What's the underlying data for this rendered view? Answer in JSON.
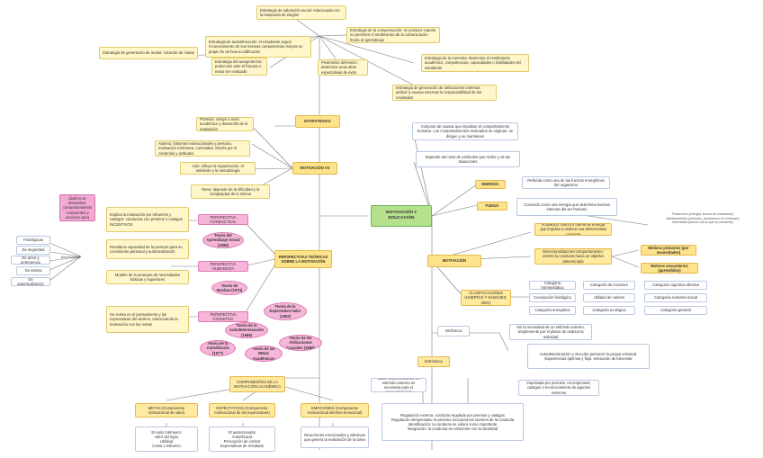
{
  "nodes": [
    {
      "id": "center",
      "cls": "center",
      "text": "MOTIVACIÓN Y EDUCACIÓN"
    },
    {
      "id": "estrategias",
      "cls": "key",
      "text": "ESTRATEGIAS"
    },
    {
      "id": "motivacion_vs",
      "cls": "key",
      "text": "MOTIVACIÓN VS"
    },
    {
      "id": "perspectivas",
      "cls": "key",
      "text": "PERSPECTIVAS TEÓRICAS SOBRE LA MOTIVACIÓN"
    },
    {
      "id": "motivacion_r",
      "cls": "key",
      "text": "MOTIVACIÓN"
    },
    {
      "id": "componentes",
      "cls": "sec",
      "text": "COMPONENTES DE LA MOTIVACIÓN ACADÉMICA"
    },
    {
      "id": "est_valoracion",
      "cls": "note",
      "text": "Estrategia de valoración social: relacionada con la búsqueda de elogios"
    },
    {
      "id": "est_autoafirmacion",
      "cls": "note",
      "text": "Estrategia de autoafirmación: el estudiante según reconocimiento de sus mismas competencias mejora su propio fin de buena calificación"
    },
    {
      "id": "est_compensacion",
      "cls": "note",
      "text": "Estrategia de la compensación: se produce cuando no permiten el rendimiento de la comunicación frente al aprendizaje"
    },
    {
      "id": "est_generacion",
      "cls": "note",
      "text": "Estrategia de generación de metas: creación de metas"
    },
    {
      "id": "est_autoprotector",
      "cls": "note",
      "text": "Estrategia del autoprotector: protección ante el fracaso o evitar ser evaluado"
    },
    {
      "id": "pesimismo",
      "cls": "note",
      "text": "Pesimismo defensivo: determina unas altas expectativas de éxito"
    },
    {
      "id": "est_memoria",
      "cls": "note",
      "text": "Estrategia de la memoria: determina el rendimiento académico, competencias, capacidades o habilidades del estudiante"
    },
    {
      "id": "est_atribuciones",
      "cls": "note",
      "text": "Estrategia de generación de atribuciones externas: atribuir a causas externas la responsabilidad de los resultados"
    },
    {
      "id": "profesor",
      "cls": "note",
      "text": "Profesor: influye a nivel académico y desarrollo de la motivación"
    },
    {
      "id": "alumno",
      "cls": "note",
      "text": "Alumno: historias motivacionales y persona, motivación intrínseca, curiosidad, interés por el contenido y actitudes"
    },
    {
      "id": "aula",
      "cls": "note",
      "text": "Aula: influye la organización, el ambiente y la metodología"
    },
    {
      "id": "tarea",
      "cls": "note",
      "text": "Tarea: depende de la dificultad y la complejidad de la misma"
    },
    {
      "id": "pink_note",
      "cls": "pinkbox",
      "text": "Desarrollan porque el alumno se desmotiva: comportamientos conscientes y acciones para generar la motivación"
    },
    {
      "id": "persp_conductual",
      "cls": "pink",
      "text": "PERSPECTIVA CONDUCTUAL"
    },
    {
      "id": "persp_humanista",
      "cls": "pink",
      "text": "PERSPECTIVA HUMANISTA"
    },
    {
      "id": "persp_cognitiva",
      "cls": "pink",
      "text": "PERSPECTIVA COGNITIVA"
    },
    {
      "id": "conductual_desc",
      "cls": "note",
      "text": "Explica la motivación por refuerzos y castigos: conductas con premios o castigos INCENTIVOS"
    },
    {
      "id": "humanista_desc",
      "cls": "note",
      "text": "Resalta la capacidad de la persona para su crecimiento personal y autorrealización"
    },
    {
      "id": "humanista_desc2",
      "cls": "note",
      "text": "Modelo de la jerarquía de necesidades básicas y superiores"
    },
    {
      "id": "cognitiva_desc",
      "cls": "note",
      "text": "Se centra en el pensamiento y las expectativas del alumno, relacionando la motivación con las metas"
    },
    {
      "id": "t_aprendizaje",
      "cls": "ellipse",
      "text": "Teoría del Aprendizaje Social (1986)"
    },
    {
      "id": "t_maslow",
      "cls": "ellipse",
      "text": "Teoría de Maslow (1970)"
    },
    {
      "id": "t_expectativa",
      "cls": "ellipse",
      "text": "Teoría de la Expectativa-Valor (1983)"
    },
    {
      "id": "t_autodeterminacion",
      "cls": "ellipse",
      "text": "Teoría de la Autodeterminación (1985)"
    },
    {
      "id": "t_atribuciones",
      "cls": "ellipse",
      "text": "Teoría de las Atribuciones Causales (1986)"
    },
    {
      "id": "t_autoeficacia",
      "cls": "ellipse",
      "text": "Teoría de la Autoeficacia (1977)"
    },
    {
      "id": "t_metas",
      "cls": "ellipse",
      "text": "Teoría de las Metas Académicas"
    },
    {
      "id": "fisiologicas",
      "cls": "out",
      "text": "Fisiológicas"
    },
    {
      "id": "seguridad",
      "cls": "out",
      "text": "De seguridad"
    },
    {
      "id": "amor",
      "cls": "out",
      "text": "De amor y pertenencia"
    },
    {
      "id": "estima",
      "cls": "out",
      "text": "De estima"
    },
    {
      "id": "autorrealizacion",
      "cls": "out",
      "text": "De autorrealización"
    },
    {
      "id": "necesidades",
      "cls": "tiny",
      "text": "Necesidades"
    },
    {
      "id": "conjunto",
      "cls": "out",
      "text": "Conjunto de causas que impulsan el comportamiento humano. Los comportamientos motivados se originan, se dirigen y se mantienen"
    },
    {
      "id": "depende",
      "cls": "out",
      "text": "Depende del nivel de estímulos que recibe y de las situaciones"
    },
    {
      "id": "energia",
      "cls": "key",
      "text": "ENERGÍA"
    },
    {
      "id": "energia_desc",
      "cls": "out",
      "text": "Referida como una de las fuerzas energéticas del organismo"
    },
    {
      "id": "fuego",
      "cls": "key",
      "text": "FUEGO"
    },
    {
      "id": "fuego_desc",
      "cls": "out",
      "text": "Conocido como una energía que determina fuerzas internas del ser humano"
    },
    {
      "id": "produccion",
      "cls": "tiny",
      "text": "Producción (energía, fuerza de motivación)\nMantenimiento (estímulo, permanece en el tiempo)\nIntensidad (fuerza con la que se presenta)"
    },
    {
      "id": "activacion",
      "cls": "sec",
      "text": "Activación: fuerza o fuente de energía que impulsa a realizar una determinada conducta"
    },
    {
      "id": "direccionalidad",
      "cls": "sec",
      "text": "Direccionalidad del comportamiento: orienta la conducta hacia un objetivo determinado"
    },
    {
      "id": "motivos_primarios",
      "cls": "key",
      "text": "Motivos primarios (por necesidades)"
    },
    {
      "id": "motivos_secundarios",
      "cls": "key",
      "text": "Motivos secundarios (aprendidos)"
    },
    {
      "id": "clasificaciones",
      "cls": "sec",
      "text": "CLASIFICACIONES (HUERTAS Y SÁNCHEZ, 2001)"
    },
    {
      "id": "c_homeostatica",
      "cls": "out",
      "text": "Categoría homeostática"
    },
    {
      "id": "c_biologica",
      "cls": "out",
      "text": "Concepción fisiológica"
    },
    {
      "id": "c_energetica",
      "cls": "out",
      "text": "Categoría energética"
    },
    {
      "id": "c_incentivo",
      "cls": "out",
      "text": "Categoría de incentivo"
    },
    {
      "id": "c_utilidad",
      "cls": "out",
      "text": "Utilidad de valores"
    },
    {
      "id": "c_ecologica",
      "cls": "out",
      "text": "Categoría ecológica"
    },
    {
      "id": "c_cognitiva",
      "cls": "out",
      "text": "Categoría cognitivo-afectiva"
    },
    {
      "id": "c_evolutiva",
      "cls": "out",
      "text": "Categoría evolutivo-social"
    },
    {
      "id": "c_general",
      "cls": "out",
      "text": "Categoría general"
    },
    {
      "id": "intrinseca",
      "cls": "out",
      "text": "Intrínseca"
    },
    {
      "id": "intrinseca_desc",
      "cls": "out",
      "text": "Sin la necesidad de un estímulo externo, simplemente por el placer de realizar la actividad"
    },
    {
      "id": "autodeterminacion",
      "cls": "out",
      "text": "Autodeterminación y elección personal: la propia voluntad.\nExperiencias óptimas y flujo: sensación de bienestar"
    },
    {
      "id": "extrinseca",
      "cls": "sec",
      "text": "Extrínseca"
    },
    {
      "id": "extrinseca_desc",
      "cls": "out",
      "text": "Impulsada por premios, recompensas, castigos o reconocimiento de agentes externos"
    },
    {
      "id": "cdm",
      "cls": "out",
      "text": "CDM: la presencia de un estímulo externo es necesaria para el comportamiento"
    },
    {
      "id": "regulacion",
      "cls": "out",
      "text": "Regulación externa: conducta regulada por premios y castigos\nRegulación introyectada: la persona incorpora las razones de la conducta\nIdentificación: la conducta se valora como importante\nIntegración: la conducta es coherente con la identidad"
    },
    {
      "id": "metas",
      "cls": "sec",
      "text": "METAS (Componente motivacional de valor)"
    },
    {
      "id": "expectativas",
      "cls": "sec",
      "text": "EXPECTATIVAS (Componente motivacional de las expectativas)"
    },
    {
      "id": "emociones",
      "cls": "sec",
      "text": "EMOCIONES (Componente motivacional afectivo-emocional)"
    },
    {
      "id": "metas_desc",
      "cls": "out",
      "text": "El valor intrínseco\nValor del logro\nUtilidad\nCosto o esfuerzo"
    },
    {
      "id": "expect_desc",
      "cls": "out",
      "text": "El autoconcepto\nAutoeficacia\nPercepción de control\nExpectativas de resultado"
    },
    {
      "id": "emociones_desc",
      "cls": "out",
      "text": "Reacciones emocionales y afectivas que genera la realización de la tarea"
    }
  ]
}
